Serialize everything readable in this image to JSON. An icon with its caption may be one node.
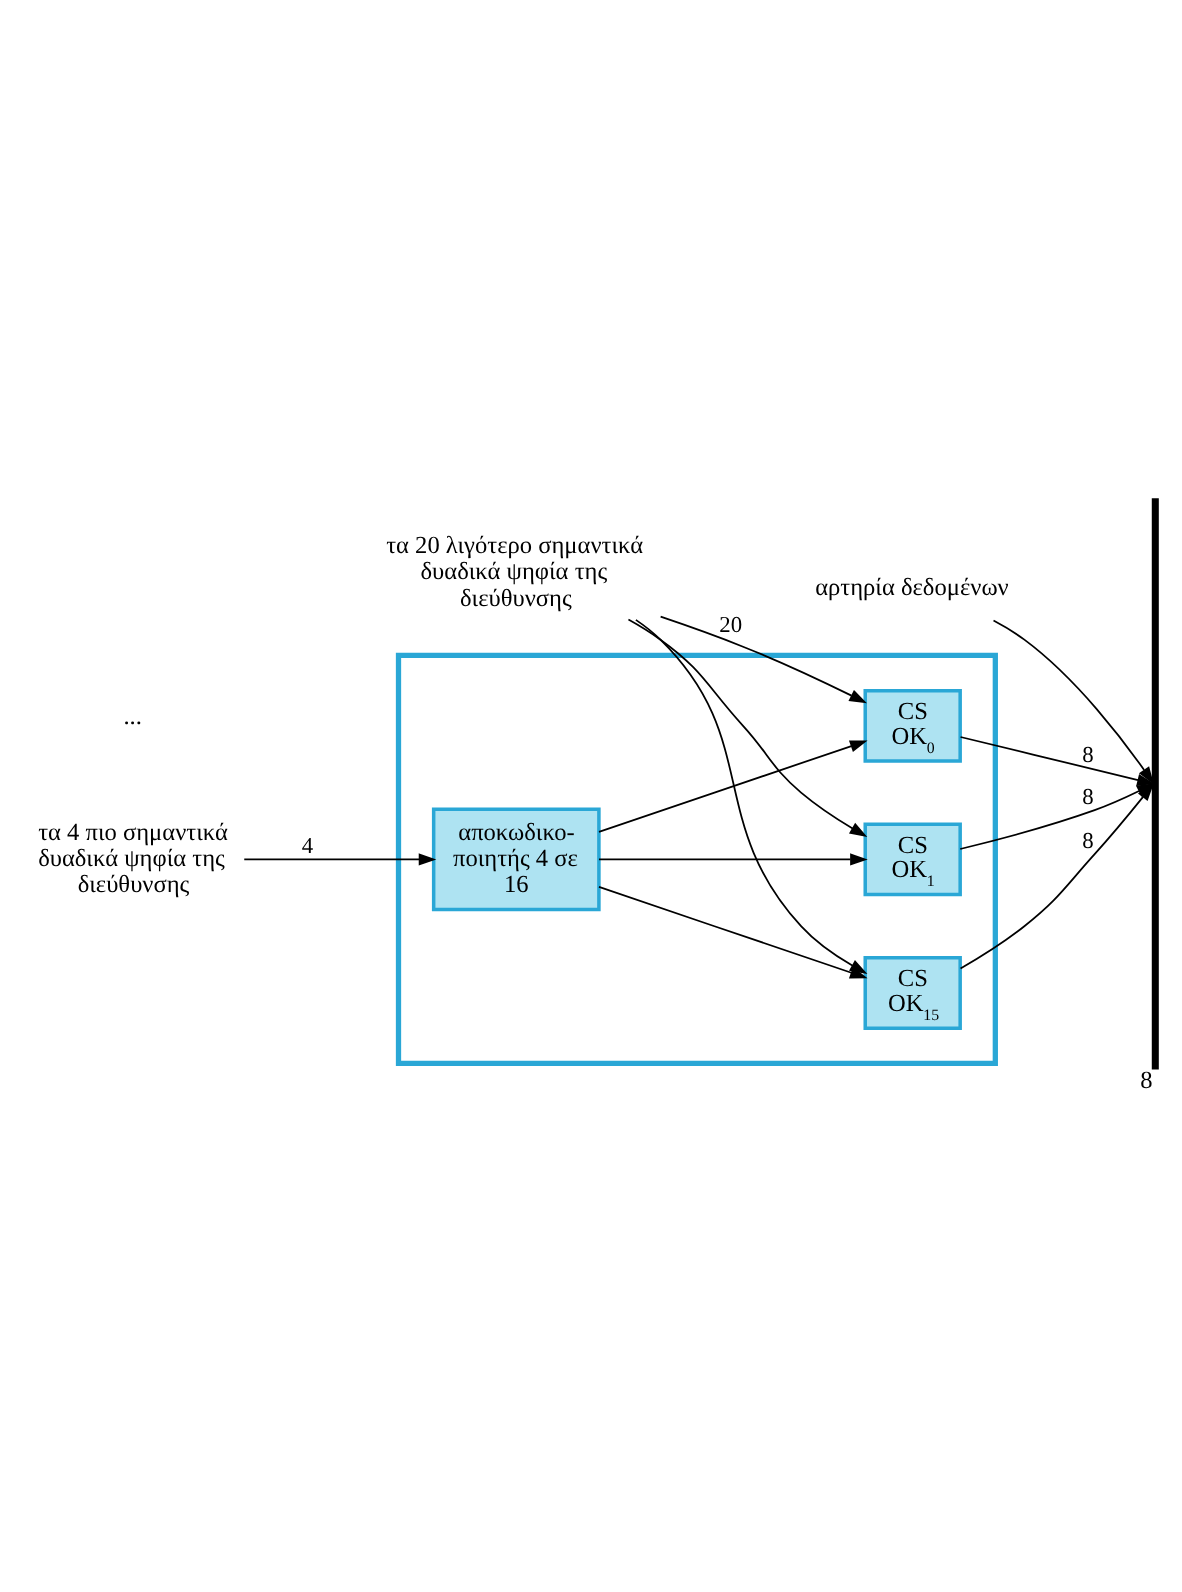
{
  "diagram": {
    "nodes": [
      {
        "text": [],
        "shape": "box"
      },
      {
        "text": [
          "αποκωδικο- ποιητής 4 σε 16"
        ],
        "in": 0
      },
      {
        "text": [
          "CS",
          "OK$_{0}$"
        ],
        "in": 0
      },
      {
        "text": [
          "CS",
          "OK$_{1}$"
        ],
        "in": 0
      },
      {
        "text": [
          "CS",
          "OK$_{15}$"
        ],
        "in": 0
      },
      {
        "text": [
          "τα 4 πιο σημαντικά δυαδικά ψηφία της διεύθυνσης"
        ]
      },
      {
        "text": [
          "τα 20 λιγότερο σημαντικά δυαδικά ψηφία της διεύθυνσης"
        ]
      },
      {
        "text": [
          "αρτηρία δεδομένων"
        ]
      },
      {
        "text": [],
        "shape": "bar",
        "beside": [
          "8"
        ]
      }
    ],
    "edges": [
      {
        "from": 5,
        "to": 1,
        "arrow": "to",
        "label": "4"
      },
      {
        "from": 6,
        "to": 2,
        "arrow": "to",
        "label": "20"
      },
      {
        "from": 6,
        "to": 3,
        "arrow": "to"
      },
      {
        "from": 6,
        "to": 4,
        "arrow": "to"
      },
      {
        "from": 1,
        "to": 2,
        "arrow": "to"
      },
      {
        "from": 1,
        "to": 3,
        "arrow": "to"
      },
      {
        "from": 1,
        "to": 4,
        "arrow": "to"
      },
      {
        "from": 2,
        "to": 8,
        "arrow": "to",
        "label": "8"
      },
      {
        "from": 3,
        "to": 8,
        "arrow": "to",
        "label": "8"
      },
      {
        "from": 4,
        "to": 8,
        "arrow": "to",
        "label": "8"
      },
      {
        "from": 7,
        "to": 8,
        "arrow": "to"
      }
    ],
    "labels": [
      "..."
    ]
  }
}
